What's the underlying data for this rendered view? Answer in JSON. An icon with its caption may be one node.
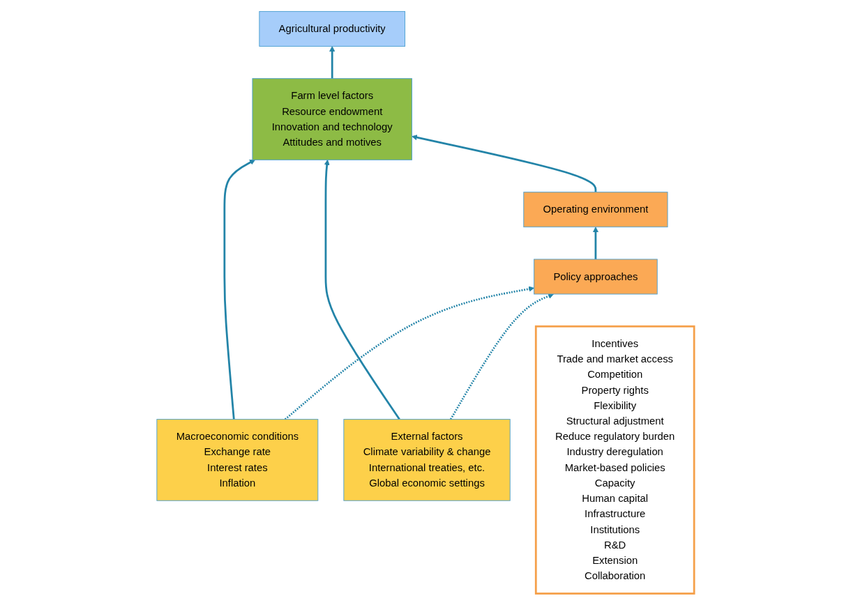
{
  "diagram": {
    "nodes": [
      {
        "text": [
          "Agricultural productivity"
        ]
      },
      {
        "text": [
          "Macroeconomic conditions",
          "Exchange rate",
          "Interest rates",
          "Inflation"
        ]
      },
      {
        "text": [
          "Farm level factors",
          "Resource endowment",
          "Innovation and technology",
          "Attitudes and motives"
        ]
      },
      {
        "text": [
          "External factors",
          "Climate variability & change",
          "International treaties, etc.",
          "Global economic settings"
        ]
      },
      {
        "text": [
          "Operating environment"
        ]
      },
      {
        "text": [
          "Policy approaches"
        ]
      },
      {
        "text": [
          "Incentives",
          "Trade and market access",
          "Competition",
          "Property rights",
          "Flexibility",
          "Structural adjustment",
          "Reduce regulatory burden",
          "Industry deregulation",
          "Market-based policies",
          "Capacity",
          "Human capital",
          "Infrastructure",
          "Institutions",
          "R&D",
          "Extension",
          "Collaboration"
        ]
      }
    ],
    "edges": [
      {
        "from": 2,
        "to": 0,
        "arrow": "to"
      },
      {
        "from": 1,
        "to": 2,
        "arrow": "to"
      },
      {
        "from": 3,
        "to": 2,
        "arrow": "to"
      },
      {
        "from": 4,
        "to": 2,
        "arrow": "to"
      },
      {
        "from": 5,
        "to": 4,
        "arrow": "to"
      },
      {
        "from": 1,
        "to": 5,
        "arrow": "to",
        "style": "dashed"
      },
      {
        "from": 3,
        "to": 5,
        "arrow": "to",
        "style": "dashed"
      }
    ]
  }
}
